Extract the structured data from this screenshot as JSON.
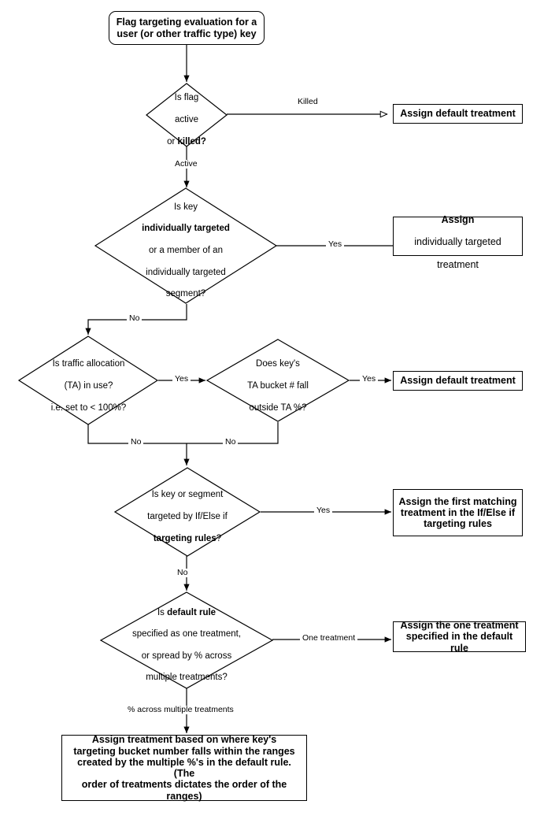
{
  "diagram": {
    "title": "Flag targeting evaluation flowchart",
    "type": "flowchart",
    "colors": {
      "stroke": "#000000",
      "fill": "#ffffff",
      "text": "#000000"
    }
  },
  "nodes": {
    "start": {
      "shape": "terminator",
      "text": "Flag targeting evaluation for a\nuser (or other traffic type) key"
    },
    "d_active_killed": {
      "shape": "decision",
      "line1": "Is flag",
      "line2": "active",
      "line3_plain": "or ",
      "line3_bold": "killed?"
    },
    "a_default_1": {
      "shape": "process",
      "text": "Assign default treatment"
    },
    "d_individually_targeted": {
      "shape": "decision",
      "line1": "Is key",
      "line2_bold": "individually targeted",
      "line3": "or a member of an",
      "line4": "individually targeted",
      "line5": "segment?"
    },
    "a_individually_targeted": {
      "shape": "process",
      "line1_bold": "Assign",
      "line2": "individually targeted",
      "line3": "treatment"
    },
    "d_traffic_allocation": {
      "shape": "decision",
      "line1": "Is traffic allocation",
      "line2": "(TA) in use?",
      "line3": "i.e. set to < 100%?"
    },
    "d_ta_bucket": {
      "shape": "decision",
      "line1": "Does key's",
      "line2": "TA bucket # fall",
      "line3": "outside TA %?"
    },
    "a_default_2": {
      "shape": "process",
      "text": "Assign default treatment"
    },
    "d_ifelse_rules": {
      "shape": "decision",
      "line1": "Is key or segment",
      "line2": "targeted by If/Else if",
      "line3_bold": "targeting rules",
      "line3_plain": "?"
    },
    "a_first_matching": {
      "shape": "process",
      "text": "Assign the first matching\ntreatment in the If/Else if\ntargeting rules"
    },
    "d_default_rule": {
      "shape": "decision",
      "line1_plain": "Is ",
      "line1_bold": "default rule",
      "line2": "specified as one treatment,",
      "line3": "or spread by % across",
      "line4": "multiple treatments?"
    },
    "a_one_treatment": {
      "shape": "process",
      "text": "Assign the one treatment\nspecified in the default rule"
    },
    "a_spread_ranges": {
      "shape": "process",
      "text": "Assign treatment based on where key's\ntargeting bucket number falls within the ranges\ncreated by the multiple %'s in the default rule. (The\norder of treatments dictates the order of the ranges)"
    }
  },
  "edges": {
    "killed": "Killed",
    "active": "Active",
    "individually_yes": "Yes",
    "individually_no": "No",
    "ta_yes": "Yes",
    "ta_no": "No",
    "bucket_yes": "Yes",
    "bucket_no": "No",
    "ifelse_yes": "Yes",
    "ifelse_no": "No",
    "default_one": "One treatment",
    "default_spread": "% across multiple treatments"
  }
}
